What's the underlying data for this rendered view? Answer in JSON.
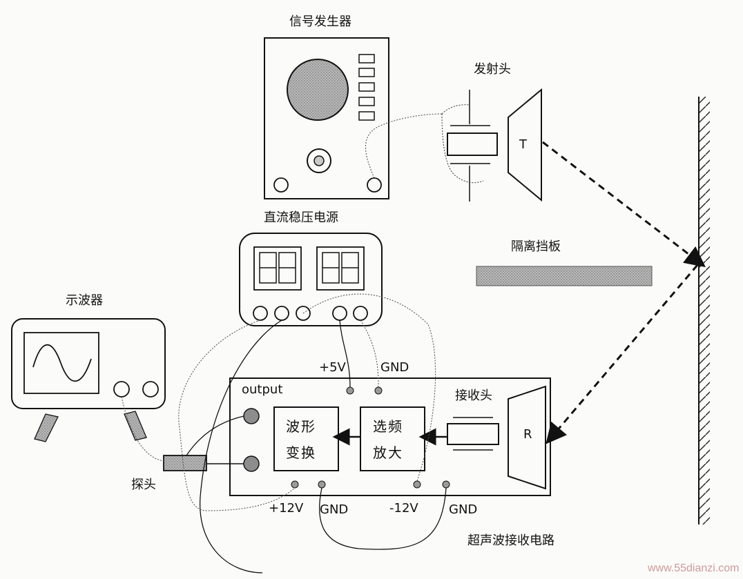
{
  "labels": {
    "signal_generator": "信号发生器",
    "transmitter": "发射头",
    "dc_power": "直流稳压电源",
    "barrier": "隔离挡板",
    "oscilloscope": "示波器",
    "probe": "探头",
    "receiver_circuit": "超声波接收电路",
    "receiver_head": "接收头",
    "output": "output",
    "plus5v": "+5V",
    "gnd_top": "GND",
    "plus12v": "+12V",
    "gnd_bottom_left": "GND",
    "minus12v": "-12V",
    "gnd_bottom_right": "GND",
    "t_mark": "T",
    "r_mark": "R",
    "waveform_block_line1": "波形",
    "waveform_block_line2": "变换",
    "select_amp_line1": "选频",
    "select_amp_line2": "放大"
  },
  "watermark": "www.55dianzi.com"
}
